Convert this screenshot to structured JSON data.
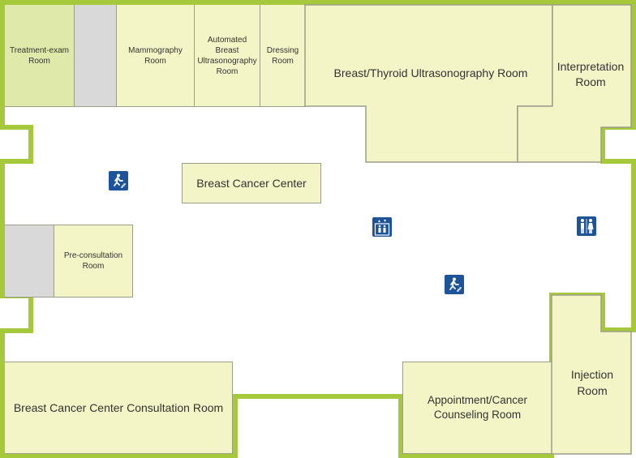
{
  "colors": {
    "wall": "#a6c93b",
    "room_fill": "#f3f5c6",
    "room_highlight": "#dfeaaa",
    "room_gray": "#d9d9d9",
    "room_border": "#9d9d8a",
    "icon_bg": "#1d5399"
  },
  "rooms": {
    "treatment_exam": "Treatment-exam\nRoom",
    "mammography": "Mammography\nRoom",
    "automated_breast_us": "Automated\nBreast\nUltrasonography\nRoom",
    "dressing": "Dressing\nRoom",
    "breast_thyroid_us": "Breast/Thyroid Ultrasonography Room",
    "interpretation": "Interpretation\nRoom",
    "pre_consultation": "Pre-consultation\nRoom",
    "consultation": "Breast Cancer Center Consultation Room",
    "appointment_counseling": "Appointment/Cancer\nCounseling Room",
    "injection": "Injection\nRoom"
  },
  "center_label": "Breast Cancer Center",
  "icons": [
    "emergency-exit-icon",
    "elevator-icon",
    "restroom-icon",
    "emergency-exit-icon"
  ]
}
